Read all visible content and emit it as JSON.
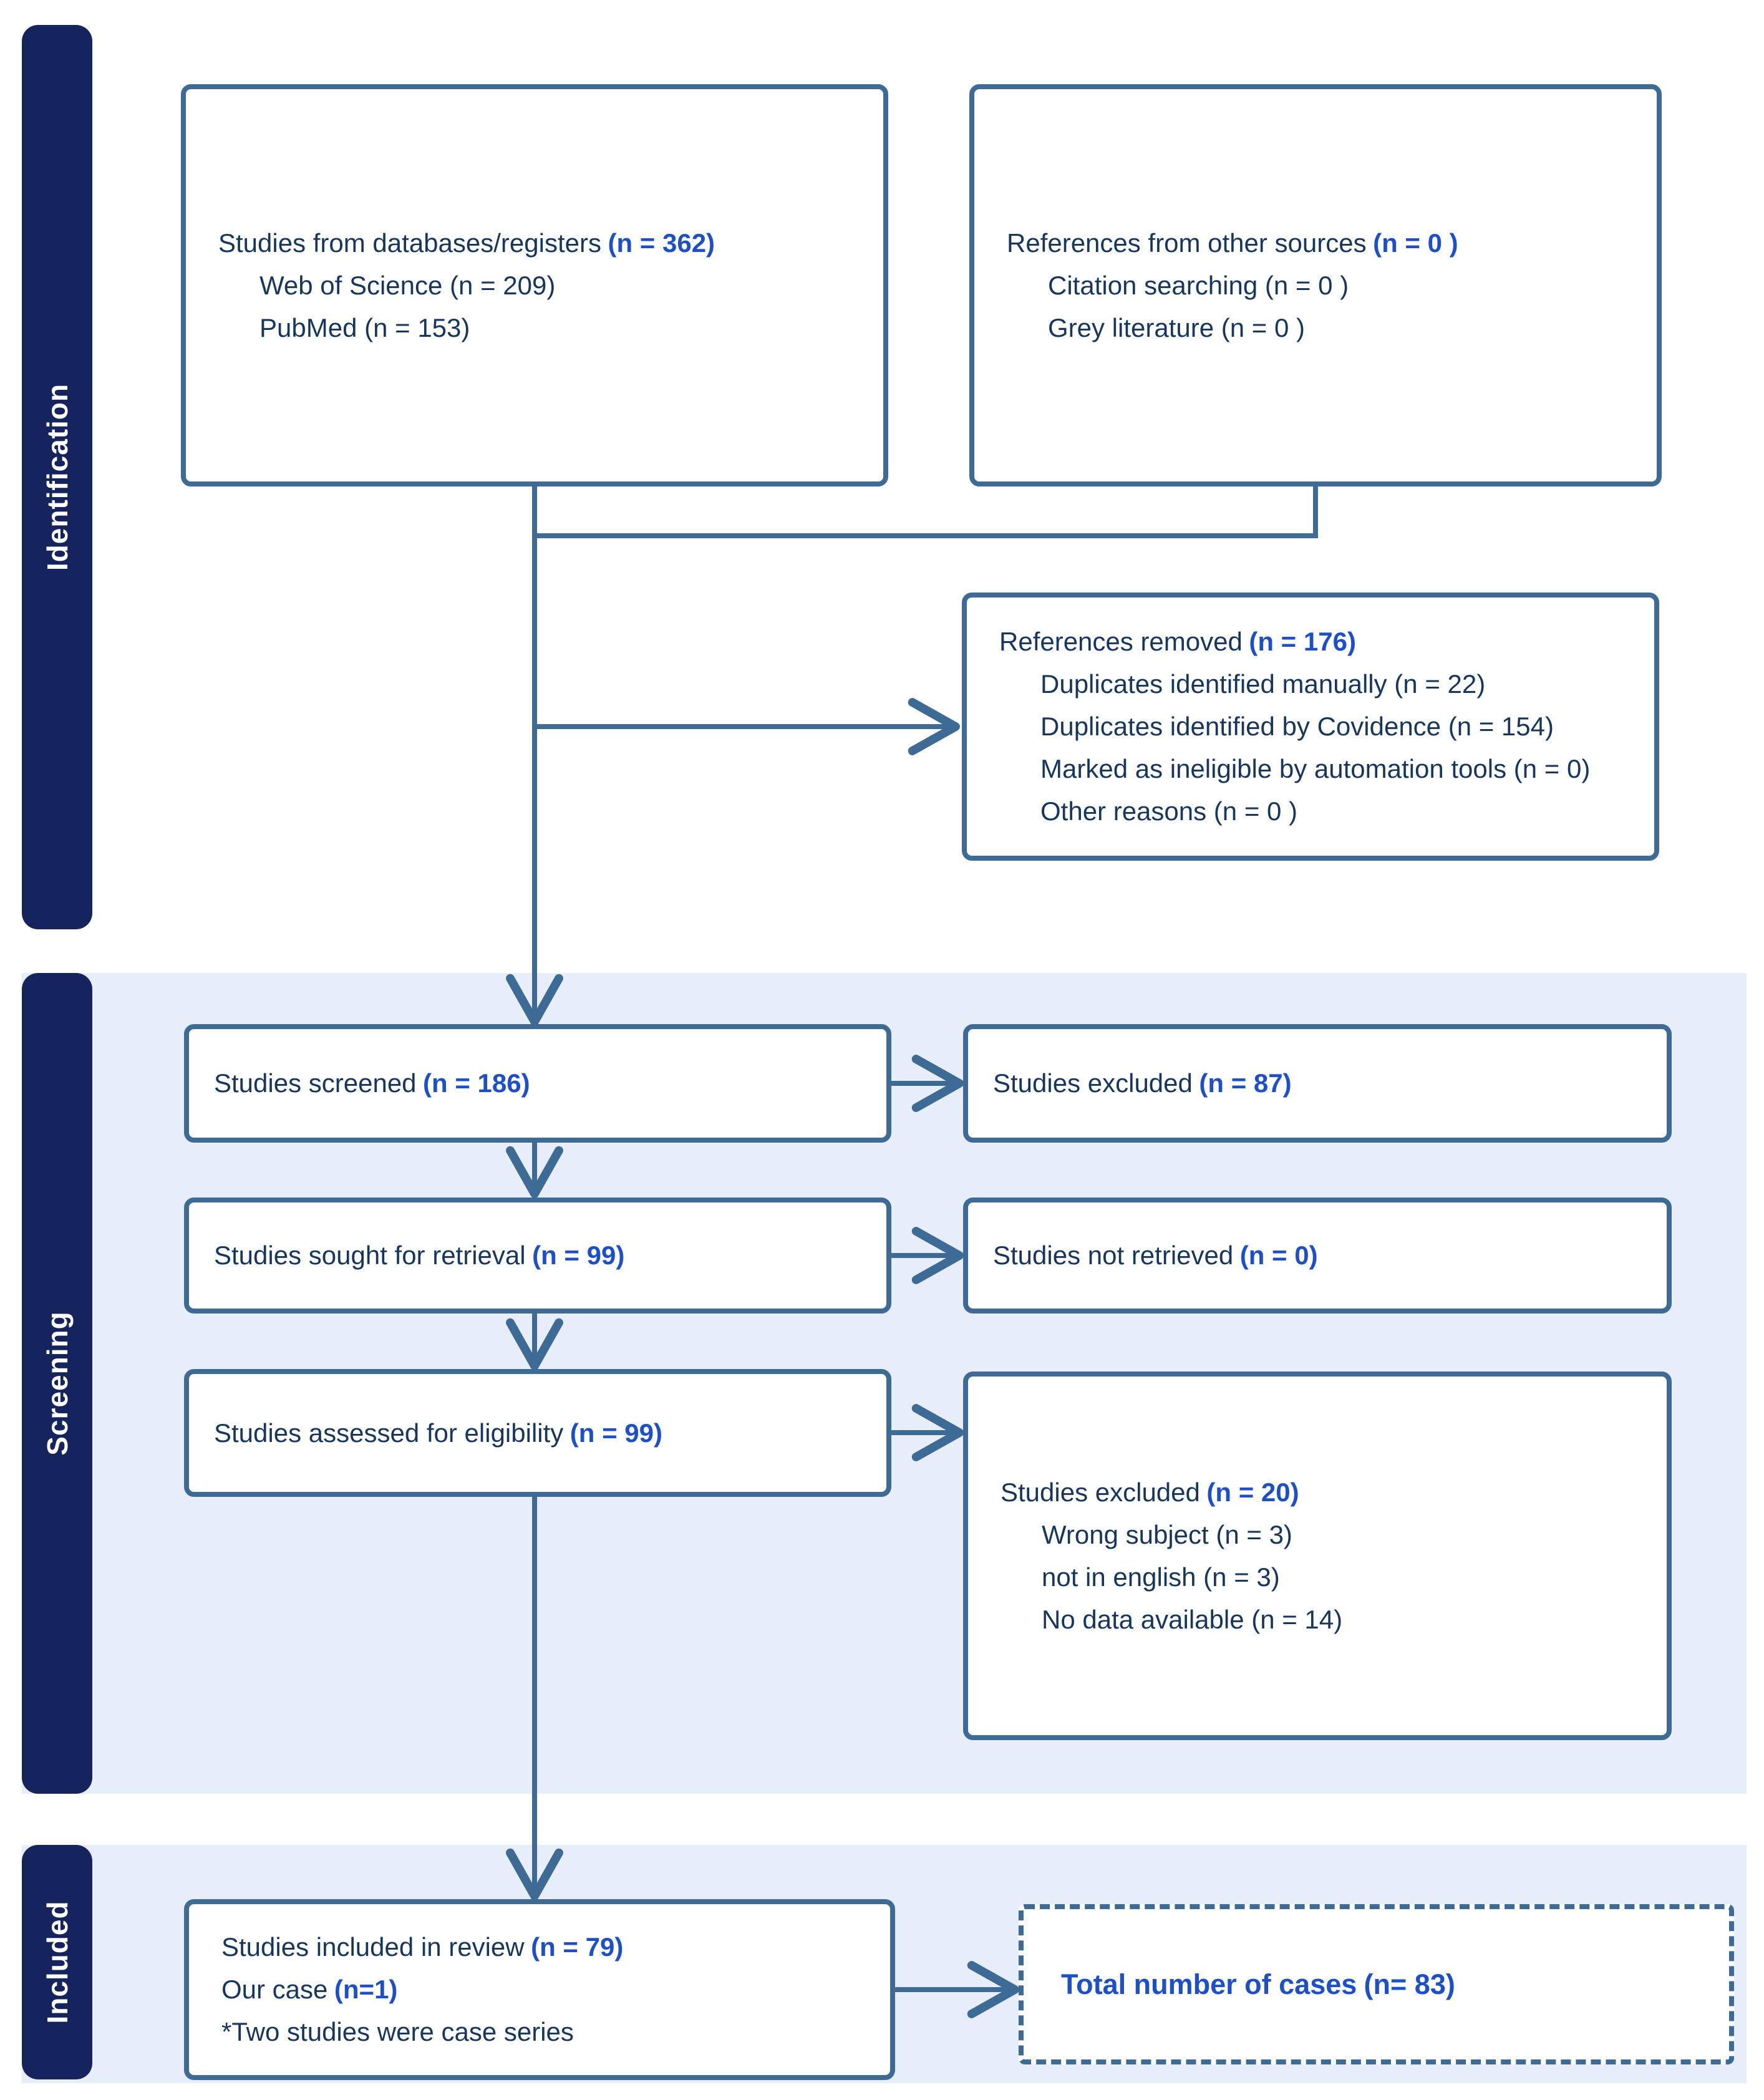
{
  "colors": {
    "box_border": "#3e6a96",
    "arrow": "#3e6a96",
    "sidebar_bg": "#16245e",
    "sidebar_text": "#ffffff",
    "panel_bg": "#e8eef9",
    "text": "#17365d",
    "highlight_blue": "#1d4fc9",
    "box_bg": "#ffffff"
  },
  "sidebar": {
    "identification": "Identification",
    "screening": "Screening",
    "included": "Included"
  },
  "boxes": {
    "databases": {
      "label": "Studies from databases/registers",
      "n": "(n = 362)",
      "items": [
        "Web of Science (n = 209)",
        "PubMed (n = 153)"
      ]
    },
    "other_sources": {
      "label": "References from other sources",
      "n": "(n = 0 )",
      "items": [
        "Citation searching (n = 0 )",
        "Grey literature (n = 0 )"
      ]
    },
    "removed": {
      "label": "References removed",
      "n": "(n = 176)",
      "items": [
        "Duplicates identified manually (n = 22)",
        "Duplicates identified by Covidence (n = 154)",
        "Marked as ineligible by automation tools (n = 0)",
        "Other reasons (n = 0 )"
      ]
    },
    "screened": {
      "label": "Studies screened",
      "n": "(n = 186)"
    },
    "excluded_screening": {
      "label": "Studies excluded",
      "n": "(n = 87)"
    },
    "sought": {
      "label": "Studies sought for retrieval",
      "n": "(n = 99)"
    },
    "not_retrieved": {
      "label": "Studies not retrieved",
      "n": "(n = 0)"
    },
    "assessed": {
      "label": "Studies assessed for eligibility",
      "n": "(n = 99)"
    },
    "excluded_eligibility": {
      "label": "Studies excluded",
      "n": "(n = 20)",
      "items": [
        "Wrong subject (n = 3)",
        "not in english (n = 3)",
        "No data available (n = 14)"
      ]
    },
    "included": {
      "line1_label": "Studies included in review",
      "line1_n": "(n = 79)",
      "line2_label": "Our case",
      "line2_n": "(n=1)",
      "line3": "*Two studies were case series"
    },
    "total": {
      "label": "Total number of cases",
      "n": "(n= 83)"
    }
  }
}
